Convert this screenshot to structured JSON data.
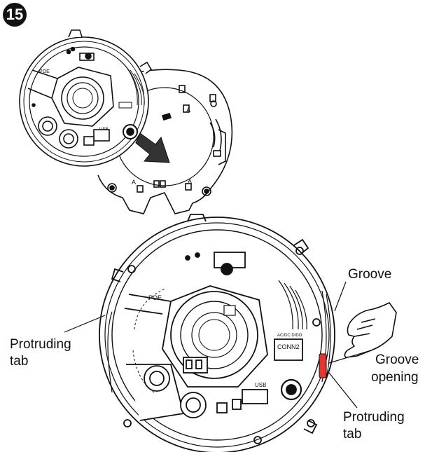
{
  "step": {
    "number": "15"
  },
  "labels": {
    "groove": "Groove",
    "groove_opening_line1": "Groove",
    "groove_opening_line2": "opening",
    "protruding_tab_left_line1": "Protruding",
    "protruding_tab_left_line2": "tab",
    "protruding_tab_right_line1": "Protruding",
    "protruding_tab_right_line2": "tab"
  },
  "device_markings": {
    "poe": "POE",
    "usb": "USB",
    "conn2": "CONN2",
    "ac_dc": "AC/DC DIDO",
    "mount_letter": "A"
  },
  "colors": {
    "line": "#111111",
    "highlight_tab": "#e8342a",
    "arrow_fill": "#333333"
  },
  "icons": [
    "pointing-hand-icon",
    "rotation-arrow-icon"
  ]
}
